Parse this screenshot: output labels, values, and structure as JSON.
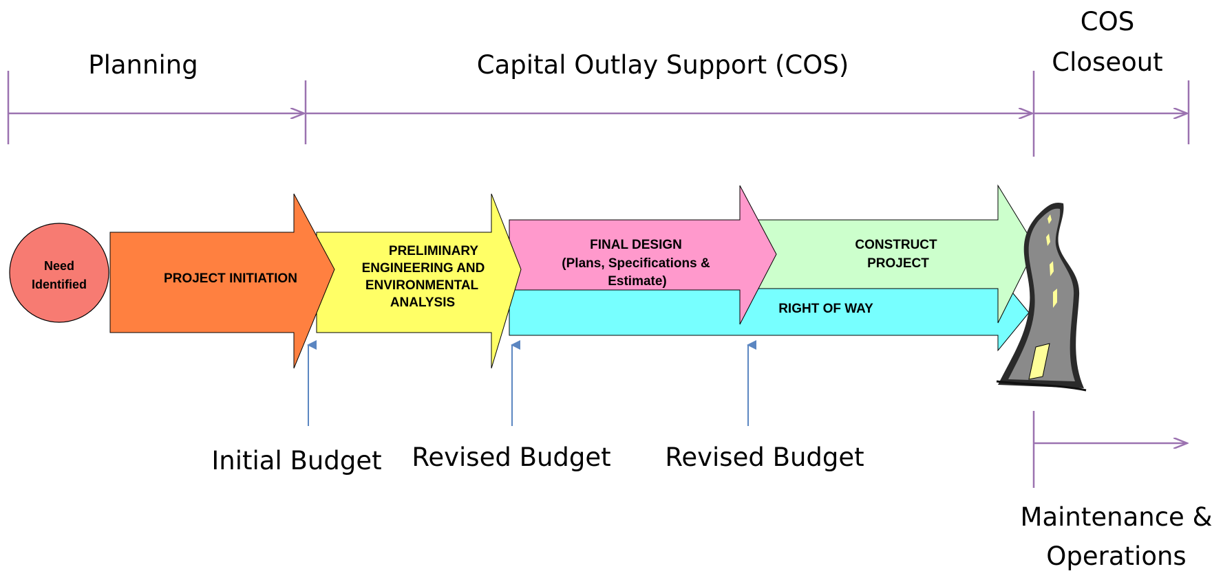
{
  "phases": {
    "planning": "Planning",
    "cos": "Capital Outlay Support (COS)",
    "closeout_line1": "COS",
    "closeout_line2": "Closeout",
    "maintenance_line1": "Maintenance &",
    "maintenance_line2": "Operations"
  },
  "stages": {
    "need_line1": "Need",
    "need_line2": "Identified",
    "initiation": "PROJECT INITIATION",
    "prelim_line1": "PRELIMINARY",
    "prelim_line2": "ENGINEERING AND",
    "prelim_line3": "ENVIRONMENTAL",
    "prelim_line4": "ANALYSIS",
    "final_line1": "FINAL DESIGN",
    "final_line2": "(Plans, Specifications  &",
    "final_line3": "Estimate)",
    "construct_line1": "CONSTRUCT",
    "construct_line2": "PROJECT",
    "row": "RIGHT OF WAY"
  },
  "budgets": {
    "initial": "Initial Budget",
    "revised1": "Revised Budget",
    "revised2": "Revised Budget"
  },
  "colors": {
    "need": "#f77b72",
    "initiation": "#ff8040",
    "prelim": "#ffff66",
    "final": "#ff99cc",
    "construct": "#ccffcc",
    "row": "#77ffff",
    "span_lines": "#9b72b0",
    "budget_arrows": "#5b86c1"
  }
}
